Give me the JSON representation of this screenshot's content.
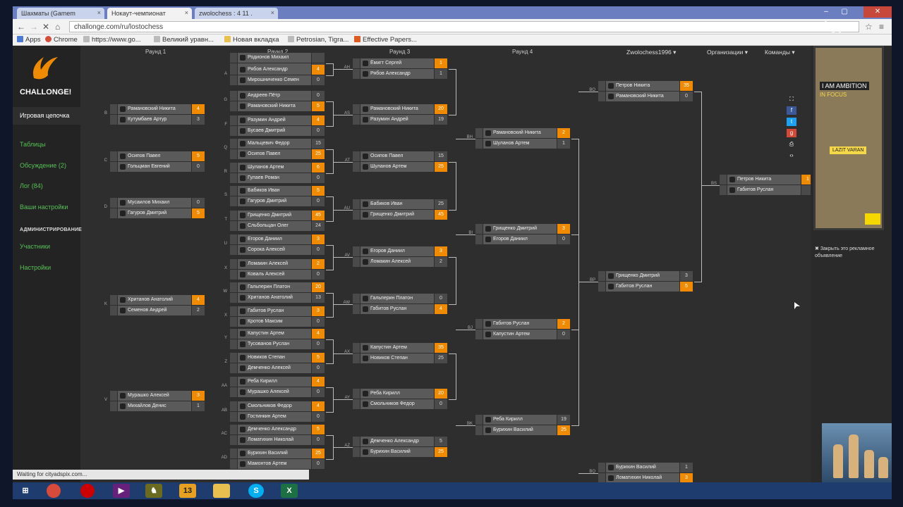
{
  "browser": {
    "tabs": [
      {
        "label": "Шахматы (Gamem"
      },
      {
        "label": "Нокаут-чемпионат"
      },
      {
        "label": "zwolochess : 4 11 ."
      }
    ],
    "url": "challonge.com/ru/lostochess",
    "bookmarks": [
      {
        "label": "Apps",
        "icon": "apps-icon"
      },
      {
        "label": "Chrome",
        "icon": "chrome-icon"
      },
      {
        "label": "https://www.go...",
        "icon": "page-icon"
      },
      {
        "label": "Великий уравн...",
        "icon": "page-icon"
      },
      {
        "label": "Новая вкладка",
        "icon": "folder-icon"
      },
      {
        "label": "Petrosian, Tigra...",
        "icon": "page-icon"
      },
      {
        "label": "Effective Papers...",
        "icon": "page-icon"
      }
    ],
    "status": "Waiting for cityadspix.com..."
  },
  "sidebar": {
    "brand": "CHALLONGE!",
    "current": "Игровая цепочка",
    "items": [
      "Таблицы",
      "Обсуждение (2)",
      "Лог (84)",
      "Ваши настройки"
    ],
    "admin_header": "АДМИНИСТРИРОВАНИЕ",
    "admin_items": [
      "Участники",
      "Настройки"
    ]
  },
  "topnav": {
    "user": "Zwolochess1996",
    "org": "Организации",
    "teams": "Команды"
  },
  "rounds": [
    "Раунд 1",
    "Раунд 2",
    "Раунд 3",
    "Раунд 4"
  ],
  "matches": [
    {
      "label": "B",
      "p1": "Рамановский Никита",
      "s1": "4",
      "p2": "Кутумбаев Артур",
      "s2": "3",
      "w": 1
    },
    {
      "label": "C",
      "p1": "Осипов Павел",
      "s1": "5",
      "p2": "Гольцман Евгений",
      "s2": "0",
      "w": 1
    },
    {
      "label": "D",
      "p1": "Мусаилов Михаил",
      "s1": "0",
      "p2": "Гагуров Дмитрий",
      "s2": "5",
      "w": 2
    },
    {
      "label": "K",
      "p1": "Хританов Анатолий",
      "s1": "4",
      "p2": "Семенов Андрей",
      "s2": "2",
      "w": 1
    },
    {
      "label": "V",
      "p1": "Мурашко Алексей",
      "s1": "3",
      "p2": "Михайлов Денис",
      "s2": "1",
      "w": 1
    },
    {
      "label": "",
      "p1": "Родионов Михаил",
      "s1": "",
      "p2": "",
      "s2": "",
      "w": 0
    },
    {
      "label": "A",
      "p1": "Рябов Александр",
      "s1": "4",
      "p2": "Мирошниченко Семен",
      "s2": "0",
      "w": 1
    },
    {
      "label": "G",
      "p1": "Андреев Пётр",
      "s1": "0",
      "p2": "Рамановский Никита",
      "s2": "5",
      "w": 2
    },
    {
      "label": "F",
      "p1": "Разумин Андрей",
      "s1": "4",
      "p2": "Бусаев Дмитрий",
      "s2": "0",
      "w": 1
    },
    {
      "label": "Q",
      "p1": "Мальцевич Федор",
      "s1": "15",
      "p2": "Осипов Павел",
      "s2": "25",
      "w": 2
    },
    {
      "label": "R",
      "p1": "Шуланов Артем",
      "s1": "6",
      "p2": "Гулаев Роман",
      "s2": "0",
      "w": 1
    },
    {
      "label": "S",
      "p1": "Бабиков Иван",
      "s1": "5",
      "p2": "Гагуров Дмитрий",
      "s2": "0",
      "w": 1
    },
    {
      "label": "T",
      "p1": "Грищенко Дмитрий",
      "s1": "45",
      "p2": "Сльбольцан Олег",
      "s2": "24",
      "w": 1
    },
    {
      "label": "U",
      "p1": "Егоров Даниил",
      "s1": "3",
      "p2": "Сорока Алексей",
      "s2": "0",
      "w": 1
    },
    {
      "label": "X",
      "p1": "Ломакин Алексей",
      "s1": "2",
      "p2": "Коваль Алексей",
      "s2": "0",
      "w": 1
    },
    {
      "label": "W",
      "p1": "Гальперин Платон",
      "s1": "20",
      "p2": "Хританов Анатолий",
      "s2": "13",
      "w": 1
    },
    {
      "label": "X",
      "p1": "Габитов Руслан",
      "s1": "3",
      "p2": "Кротов Максим",
      "s2": "0",
      "w": 1
    },
    {
      "label": "Y",
      "p1": "Капустин Артем",
      "s1": "4",
      "p2": "Тусованов Руслан",
      "s2": "0",
      "w": 1
    },
    {
      "label": "Z",
      "p1": "Новиков Степан",
      "s1": "5",
      "p2": "Демченко Алексей",
      "s2": "0",
      "w": 1
    },
    {
      "label": "AA",
      "p1": "Реба Кирилл",
      "s1": "4",
      "p2": "Мурашко Алексей",
      "s2": "0",
      "w": 1
    },
    {
      "label": "AB",
      "p1": "Смольников Федор",
      "s1": "4",
      "p2": "Гостинкин Артем",
      "s2": "0",
      "w": 1
    },
    {
      "label": "AC",
      "p1": "Демченко Александр",
      "s1": "5",
      "p2": "Ломатихин Николай",
      "s2": "0",
      "w": 1
    },
    {
      "label": "AD",
      "p1": "Бурихин Василий",
      "s1": "25",
      "p2": "Мамонтов Артем",
      "s2": "0",
      "w": 1
    },
    {
      "label": "AH",
      "p1": "Ёмигт Сергей",
      "s1": "1",
      "p2": "Рябов Александр",
      "s2": "1",
      "w": 1
    },
    {
      "label": "AS",
      "p1": "Рамановский Никита",
      "s1": "20",
      "p2": "Разумин Андрей",
      "s2": "19",
      "w": 1
    },
    {
      "label": "AT",
      "p1": "Осипов Павел",
      "s1": "15",
      "p2": "Шуланов Артем",
      "s2": "25",
      "w": 2
    },
    {
      "label": "AU",
      "p1": "Бабиков Иван",
      "s1": "25",
      "p2": "Грищенко Дмитрий",
      "s2": "45",
      "w": 2
    },
    {
      "label": "AV",
      "p1": "Егоров Даниил",
      "s1": "3",
      "p2": "Ломакин Алексей",
      "s2": "2",
      "w": 1
    },
    {
      "label": "AW",
      "p1": "Гальперин Платон",
      "s1": "0",
      "p2": "Габитов Руслан",
      "s2": "4",
      "w": 2
    },
    {
      "label": "AX",
      "p1": "Капустин Артем",
      "s1": "35",
      "p2": "Новиков Степан",
      "s2": "25",
      "w": 1
    },
    {
      "label": "AY",
      "p1": "Реба Кирилл",
      "s1": "20",
      "p2": "Смольников Федор",
      "s2": "0",
      "w": 1
    },
    {
      "label": "AZ",
      "p1": "Демченко Александр",
      "s1": "5",
      "p2": "Бурихин Василий",
      "s2": "25",
      "w": 2
    },
    {
      "label": "BH",
      "p1": "Рамановский Никита",
      "s1": "2",
      "p2": "Шуланов Артем",
      "s2": "1",
      "w": 1
    },
    {
      "label": "BI",
      "p1": "Грищенко Дмитрий",
      "s1": "3",
      "p2": "Егоров Даниил",
      "s2": "0",
      "w": 1
    },
    {
      "label": "BJ",
      "p1": "Габитов Руслан",
      "s1": "2",
      "p2": "Капустин Артем",
      "s2": "0",
      "w": 1
    },
    {
      "label": "BK",
      "p1": "Реба Кирилл",
      "s1": "19",
      "p2": "Бурихин Василий",
      "s2": "25",
      "w": 2
    },
    {
      "label": "BO",
      "p1": "Петров Никита",
      "s1": "35",
      "p2": "Рамановский Никита",
      "s2": "0",
      "w": 1
    },
    {
      "label": "BP",
      "p1": "Грищенко Дмитрий",
      "s1": "3",
      "p2": "Габитов Руслан",
      "s2": "5",
      "w": 2
    },
    {
      "label": "BQ",
      "p1": "Бурихин Василий",
      "s1": "1",
      "p2": "Ломатихин Николай",
      "s2": "3",
      "w": 2
    },
    {
      "label": "BS",
      "p1": "Петров Никита",
      "s1": "1",
      "p2": "Габитов Руслан",
      "s2": "",
      "w": 1
    }
  ],
  "ad": {
    "line1": "I AM AMBITION",
    "line2": "IN FOCUS",
    "button": "LAZIT VARAN",
    "close": "Закрыть это рекламное объявление"
  },
  "overlay": {
    "skype": "skype"
  },
  "share_icons": [
    "expand-icon",
    "facebook-icon",
    "twitter-icon",
    "google-plus-icon",
    "print-icon",
    "embed-icon"
  ],
  "taskbar": [
    {
      "icon": "windows-start-icon",
      "label": ""
    },
    {
      "icon": "chrome-icon",
      "label": ""
    },
    {
      "icon": "record-icon",
      "label": ""
    },
    {
      "icon": "visual-studio-icon",
      "label": ""
    },
    {
      "icon": "chess-app-icon",
      "label": ""
    },
    {
      "icon": "app-13-icon",
      "label": "13"
    },
    {
      "icon": "folder-icon",
      "label": ""
    },
    {
      "icon": "skype-icon",
      "label": "S"
    },
    {
      "icon": "excel-icon",
      "label": "X"
    }
  ],
  "colors": {
    "accent": "#f08a00",
    "link": "#56c056",
    "bg": "#2e2e2e",
    "row": "#5a5a5a"
  }
}
